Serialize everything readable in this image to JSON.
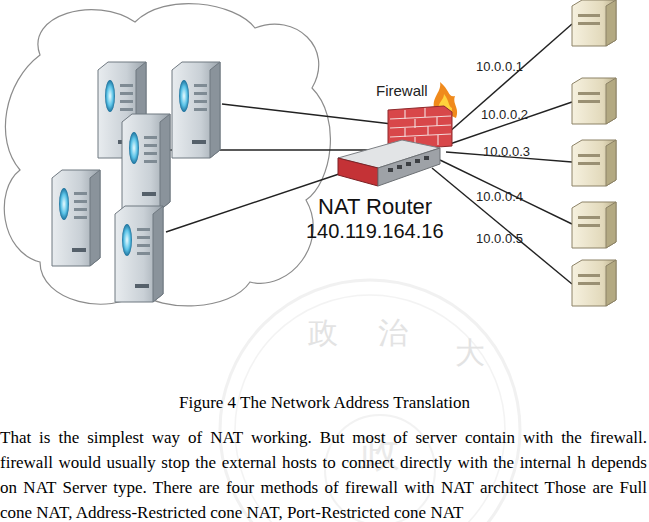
{
  "diagram": {
    "caption": "Figure 4 The Network Address Translation",
    "nodes": [
      {
        "text": [
          "Firewall"
        ]
      },
      {
        "text": [
          "NAT Router",
          "140.119.164.16"
        ]
      }
    ],
    "labels": [
      "10.0.0.1",
      "10.0.0.2",
      "10.0.0.3",
      "10.0.0.4",
      "10.0.0.5",
      "That is the simplest way of NAT working. But most of server contain with the firewall. firewall would usually stop the external hosts to connect directly with the internal h depends on NAT Server type. There are four methods of firewall with NAT architect Those are Full cone NAT, Address-Restricted cone NAT, Port-Restricted cone NAT",
      "政",
      "治",
      "大",
      "政"
    ]
  }
}
